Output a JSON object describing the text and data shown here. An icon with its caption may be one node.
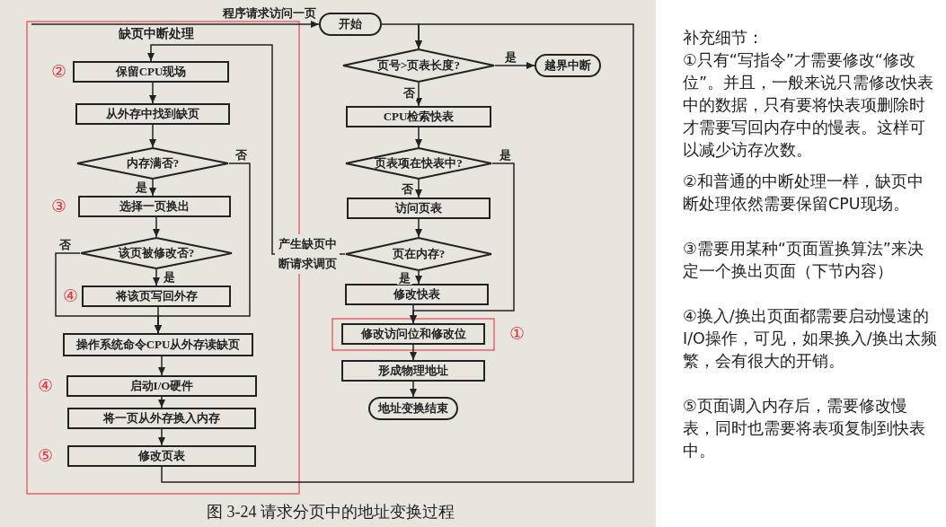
{
  "diagram": {
    "caption": "图 3-24 请求分页中的地址变换过程",
    "nodes": [
      {
        "text": [
          "开始"
        ]
      },
      {
        "text": [
          "页号>页表长度?"
        ]
      },
      {
        "text": [
          "越界中断"
        ]
      },
      {
        "text": [
          "CPU检索快表"
        ]
      },
      {
        "text": [
          "页表项在快表中?"
        ]
      },
      {
        "text": [
          "访问页表"
        ]
      },
      {
        "text": [
          "页在内存?"
        ]
      },
      {
        "text": [
          "修改快表"
        ]
      },
      {
        "text": [
          "修改访问位和修改位"
        ],
        "beside": [
          "①"
        ]
      },
      {
        "text": [
          "形成物理地址"
        ]
      },
      {
        "text": [
          "地址变换结束"
        ]
      },
      {
        "text": [
          "保留CPU现场"
        ],
        "beside": [
          "②"
        ]
      },
      {
        "text": [
          "从外存中找到缺页"
        ]
      },
      {
        "text": [
          "内存满否?"
        ]
      },
      {
        "text": [
          "选择一页换出"
        ],
        "beside": [
          "③"
        ]
      },
      {
        "text": [
          "该页被修改否?"
        ]
      },
      {
        "text": [
          "将该页写回外存"
        ],
        "beside": [
          "④"
        ]
      },
      {
        "text": [
          "操作系统命令CPU从外存读缺页"
        ]
      },
      {
        "text": [
          "启动I/O硬件"
        ],
        "beside": [
          "④"
        ]
      },
      {
        "text": [
          "将一页从外存换入内存"
        ]
      },
      {
        "text": [
          "修改页表"
        ],
        "beside": [
          "⑤"
        ]
      }
    ],
    "edges": [
      {
        "from": null,
        "to": 0,
        "arrow": "to",
        "label": "程序请求访问一页"
      },
      {
        "from": 0,
        "to": 1,
        "arrow": "to"
      },
      {
        "from": 1,
        "to": 2,
        "arrow": "to",
        "label": "是"
      },
      {
        "from": 1,
        "to": 3,
        "arrow": "to",
        "label": "否"
      },
      {
        "from": 3,
        "to": 4,
        "arrow": "to"
      },
      {
        "from": 4,
        "to": 5,
        "arrow": "to",
        "label": "否"
      },
      {
        "from": 4,
        "to": 8,
        "arrow": "to",
        "label": "是"
      },
      {
        "from": 5,
        "to": 6,
        "arrow": "to"
      },
      {
        "from": 6,
        "to": 7,
        "arrow": "to",
        "label": "是"
      },
      {
        "from": 6,
        "to": 11,
        "arrow": "to",
        "label": "产生缺页中断请求调页"
      },
      {
        "from": 7,
        "to": 8,
        "arrow": "to"
      },
      {
        "from": 8,
        "to": 9,
        "arrow": "to"
      },
      {
        "from": 9,
        "to": 10,
        "arrow": "to"
      },
      {
        "from": 11,
        "to": 12,
        "arrow": "to"
      },
      {
        "from": 12,
        "to": 13,
        "arrow": "to"
      },
      {
        "from": 13,
        "to": 14,
        "arrow": "to",
        "label": "是"
      },
      {
        "from": 13,
        "to": 17,
        "arrow": "to",
        "label": "否"
      },
      {
        "from": 14,
        "to": 15,
        "arrow": "to"
      },
      {
        "from": 15,
        "to": 16,
        "arrow": "to",
        "label": "是"
      },
      {
        "from": 15,
        "to": 17,
        "arrow": "to",
        "label": "否"
      },
      {
        "from": 16,
        "to": 17,
        "arrow": "to"
      },
      {
        "from": 17,
        "to": 18,
        "arrow": "to"
      },
      {
        "from": 18,
        "to": 19,
        "arrow": "to"
      },
      {
        "from": 19,
        "to": 20,
        "arrow": "to"
      },
      {
        "from": 20,
        "to": 1,
        "arrow": "to"
      }
    ],
    "labels": [
      "缺页中断处理",
      "补充细节：",
      "①只有“写指令”才需要修改“修改位”。并且，一般来说只需修改快表中的数据，只有要将快表项删除时才需要写回内存中的慢表。这样可以减少访存次数。",
      "②和普通的中断处理一样，缺页中断处理依然需要保留CPU现场。",
      "③需要用某种“页面置换算法”来决定一个换出页面（下节内容）",
      "④换入/换出页面都需要启动慢速的I/O操作，可见，如果换入/换出太频繁，会有很大的开销。",
      "⑤页面调入内存后，需要修改慢表，同时也需要将表项复制到快表中。"
    ]
  }
}
